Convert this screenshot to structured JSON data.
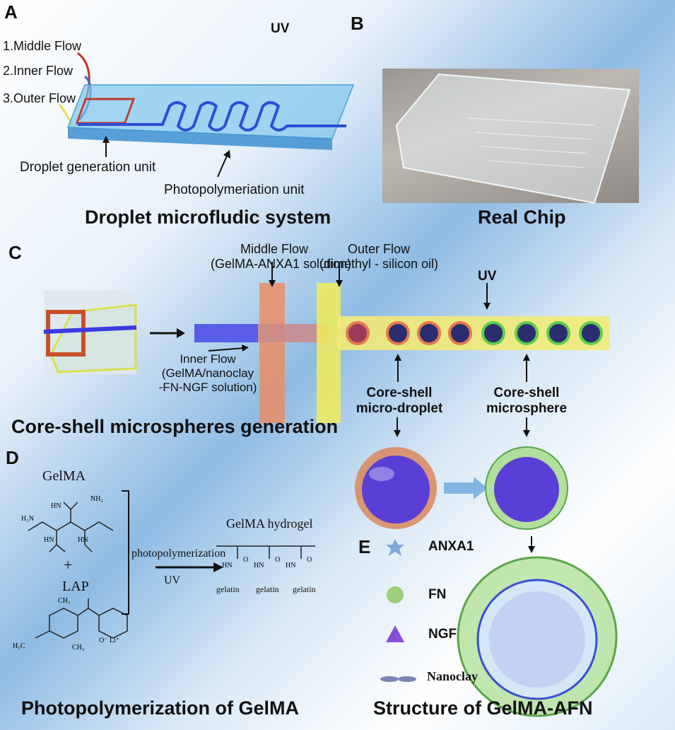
{
  "panelA": {
    "letter": "A",
    "uv": "UV",
    "flows": [
      "1.Middle Flow",
      "2.Inner Flow",
      "3.Outer Flow"
    ],
    "droplet_unit": "Droplet generation unit",
    "photo_unit": "Photopolymeriation unit",
    "title": "Droplet microfludic system",
    "colors": {
      "middle": "#c0392b",
      "inner": "#3a5fc8",
      "outer": "#e4e04a"
    }
  },
  "panelB": {
    "letter": "B",
    "title": "Real Chip"
  },
  "panelC": {
    "letter": "C",
    "middle_flow_line1": "Middle Flow",
    "middle_flow_line2": "(GelMA-ANXA1 solution)",
    "outer_flow_line1": "Outer Flow",
    "outer_flow_line2": "(dimethyl - silicon oil)",
    "uv": "UV",
    "inner_flow_line1": "Inner Flow",
    "inner_flow_line2": "(GelMA/nanoclay",
    "inner_flow_line3": "-FN-NGF solution)",
    "droplet_label_line1": "Core-shell",
    "droplet_label_line2": "micro-droplet",
    "sphere_label_line1": "Core-shell",
    "sphere_label_line2": "microsphere",
    "title": "Core-shell microspheres generation"
  },
  "panelD": {
    "letter": "D",
    "gelma": "GelMA",
    "plus": "+",
    "lap": "LAP",
    "reaction": "photopolymerization",
    "uv": "UV",
    "product": "GelMA hydrogel",
    "gelatin_labels": [
      "gelatin",
      "gelatin",
      "gelatin"
    ],
    "title": "Photopolymerization of GelMA"
  },
  "panelE": {
    "letter": "E",
    "legend": [
      "ANXA1",
      "FN",
      "NGF",
      "Nanoclay"
    ],
    "title": "Structure of GelMA-AFN"
  }
}
